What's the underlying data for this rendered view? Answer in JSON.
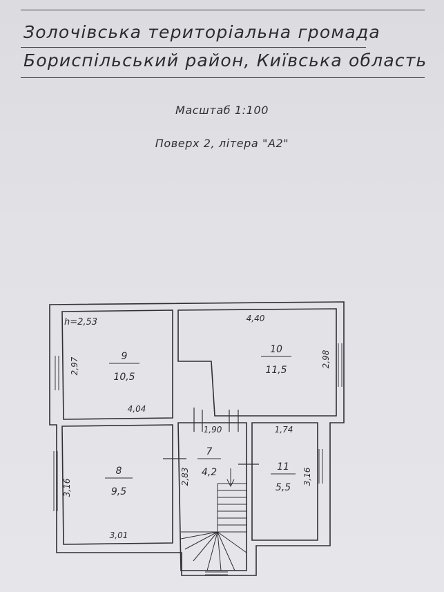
{
  "header": {
    "line1": "Золочівська територіальна громада",
    "line2": "Бориспільський район, Київська область"
  },
  "scale": "Масштаб 1:100",
  "floor": "Поверх 2, літера \"А2\"",
  "plan": {
    "height_label": "h=2,53",
    "rooms": [
      {
        "number": "9",
        "area": "10,5"
      },
      {
        "number": "10",
        "area": "11,5"
      },
      {
        "number": "8",
        "area": "9,5"
      },
      {
        "number": "7",
        "area": "4,2"
      },
      {
        "number": "11",
        "area": "5,5"
      }
    ],
    "dimensions": {
      "d297": "2,97",
      "d404": "4,04",
      "d440": "4,40",
      "d298": "2,98",
      "d190": "1,90",
      "d174": "1,74",
      "d316_left": "3,16",
      "d283": "2,83",
      "d316_right": "3,16",
      "d301": "3,01"
    }
  }
}
